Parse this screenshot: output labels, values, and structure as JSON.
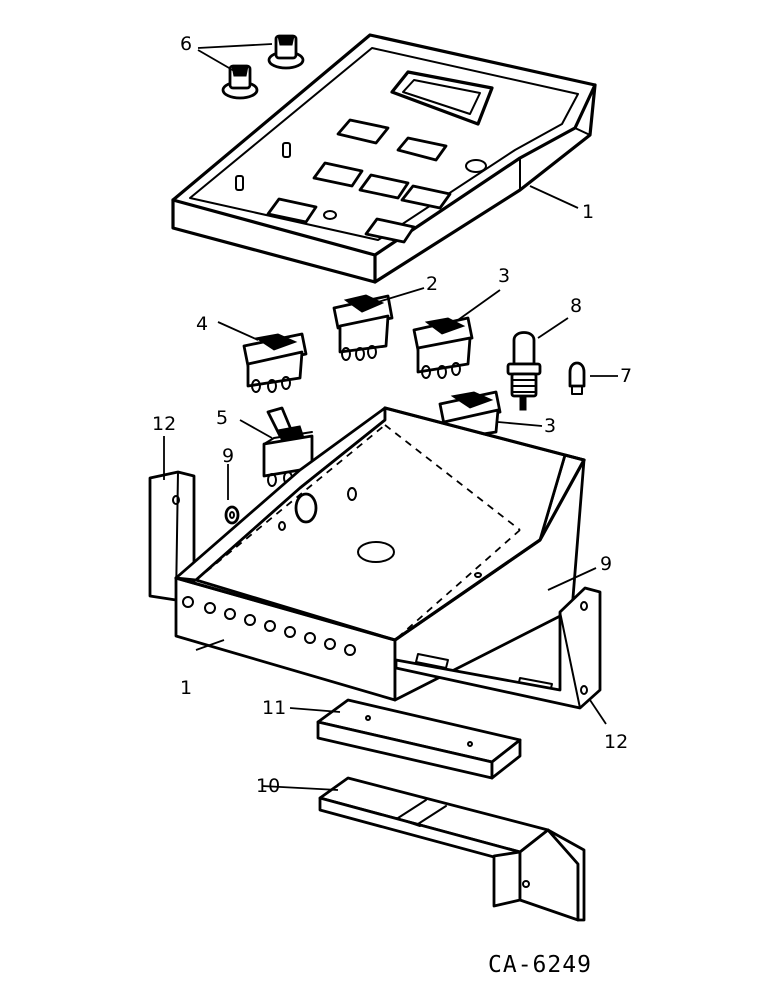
{
  "drawing": {
    "figure_code": "CA-6249",
    "callouts": {
      "c1_top": "1",
      "c1_bottom": "1",
      "c2": "2",
      "c3_upper": "3",
      "c3_lower": "3",
      "c4": "4",
      "c5": "5",
      "c6": "6",
      "c7": "7",
      "c8": "8",
      "c9_left": "9",
      "c9_right": "9",
      "c10": "10",
      "c11": "11",
      "c12_left": "12",
      "c12_right": "12"
    }
  }
}
